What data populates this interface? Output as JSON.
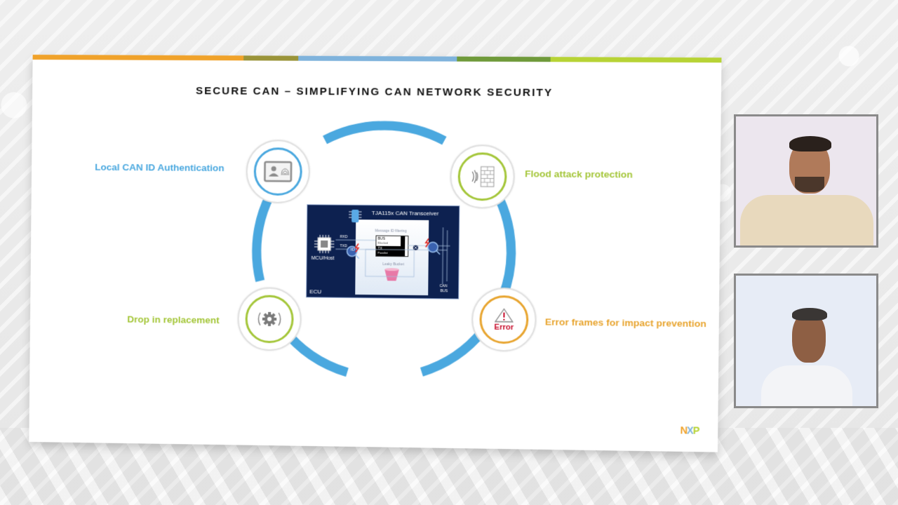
{
  "slide": {
    "title": "SECURE CAN – SIMPLIFYING CAN NETWORK SECURITY",
    "stripe_colors": [
      "#f0a22a",
      "#9a9439",
      "#7fb3dc",
      "#6f9a3a",
      "#b7d335"
    ],
    "ring_color": "#4aa8df",
    "features": [
      {
        "label": "Local CAN ID Authentication",
        "color": "#4aa8df",
        "icon": "user-fingerprint-icon"
      },
      {
        "label": "Flood attack protection",
        "color": "#a4c639",
        "icon": "firewall-signal-icon"
      },
      {
        "label": "Drop in replacement",
        "color": "#a4c639",
        "icon": "gear-icon"
      },
      {
        "label": "Error frames for impact prevention",
        "color": "#e8a530",
        "icon": "warning-error-icon",
        "icon_text": "Error",
        "icon_text_color": "#c8102e"
      }
    ],
    "diagram": {
      "title": "TJA115x CAN Transceiver",
      "filter_label": "Message ID filtering",
      "bus_box": "BUS",
      "bus_sub": "Blocked",
      "tx_box": "TX",
      "tx_sub": "Passlist",
      "bucket_label": "Leaky Bucket",
      "rxd": "RXD",
      "txd": "TXD",
      "host": "MCU/Host",
      "ecu": "ECU",
      "can": "CAN",
      "bus": "BUS",
      "id_badge": "ID"
    },
    "logo": {
      "n": "N",
      "x": "X",
      "p": "P",
      "n_color": "#f0a22a",
      "x_color": "#7fb3dc",
      "p_color": "#b7d335"
    }
  },
  "participants": [
    {
      "name": "presenter-1",
      "background": "#ece6ee",
      "shirt": "#e8d9bd",
      "skin": "#b07a5a",
      "hair": "#2a211c"
    },
    {
      "name": "presenter-2",
      "background": "#e7ecf6",
      "shirt": "#f3f4f7",
      "skin": "#8e5f44",
      "hair": "#3a3634"
    }
  ]
}
